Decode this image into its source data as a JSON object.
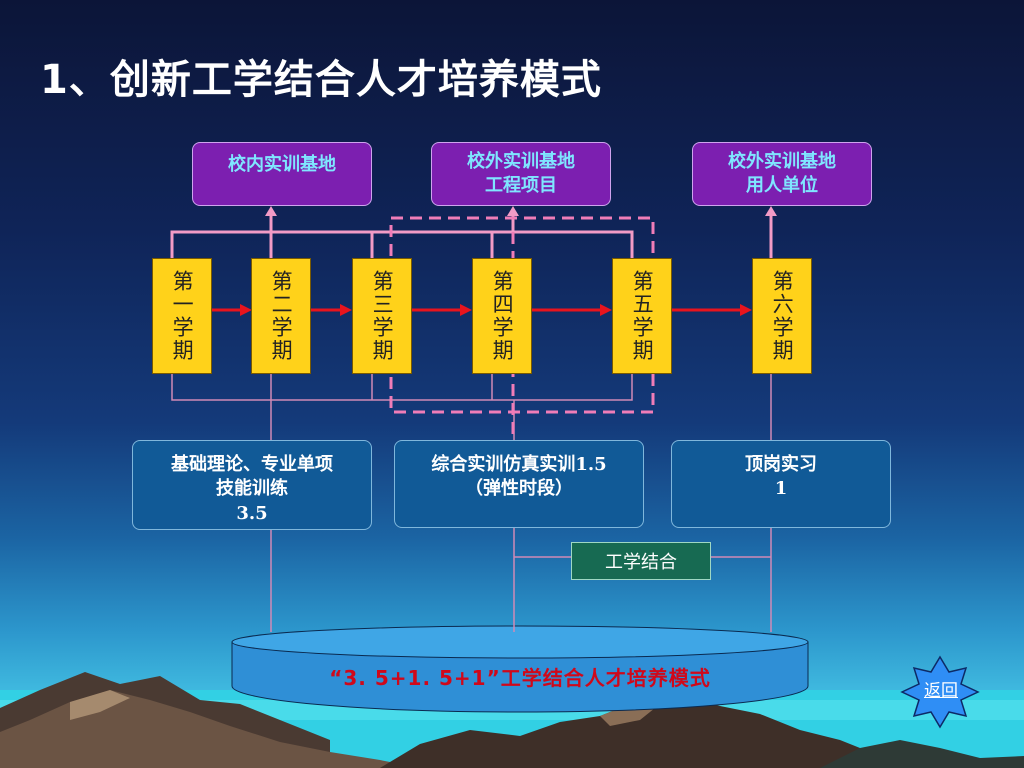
{
  "title": "1、创新工学结合人才培养模式",
  "top_boxes": [
    {
      "line1": "校内实训基地",
      "line2": ""
    },
    {
      "line1": "校外实训基地",
      "line2": "工程项目"
    },
    {
      "line1": "校外实训基地",
      "line2": "用人单位"
    }
  ],
  "semesters": [
    "第一学期",
    "第二学期",
    "第三学期",
    "第四学期",
    "第五学期",
    "第六学期"
  ],
  "mid_boxes": [
    {
      "line1": "基础理论、专业单项",
      "line2": "技能训练",
      "line3": "3.5"
    },
    {
      "line1": "综合实训仿真实训1.5",
      "line2": "（弹性时段）",
      "line3": ""
    },
    {
      "line1": "顶岗实习",
      "line2": "1",
      "line3": ""
    }
  ],
  "integration_label": "工学结合",
  "bottom_label": "“3. 5+1. 5+1”工学结合人才培养模式",
  "return_button": "返回",
  "colors": {
    "top_box_fill": "#7c1fb0",
    "top_box_text": "#7fe6ff",
    "semester_fill": "#ffd21a",
    "mid_box_fill": "#115a97",
    "connector_pink": "#f29bc6",
    "arrow_red": "#e8141d",
    "dashed_frame": "#f07db8",
    "green_box_fill": "#176a52",
    "bottom_label_text": "#d0081a",
    "return_star_fill": "#2f8ef5"
  }
}
